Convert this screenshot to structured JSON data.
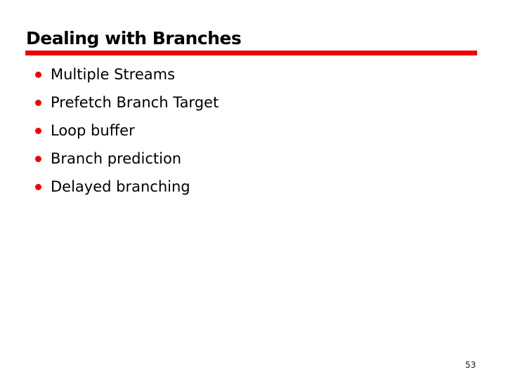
{
  "slide": {
    "title": "Dealing with Branches",
    "bullets": [
      "Multiple Streams",
      "Prefetch Branch Target",
      "Loop buffer",
      "Branch prediction",
      "Delayed branching"
    ],
    "page_number": "53",
    "colors": {
      "accent_red": "#ee0000",
      "title_color": "#000000",
      "text_color": "#000000",
      "background": "#ffffff",
      "page_number_color": "#1a1a1a"
    }
  }
}
